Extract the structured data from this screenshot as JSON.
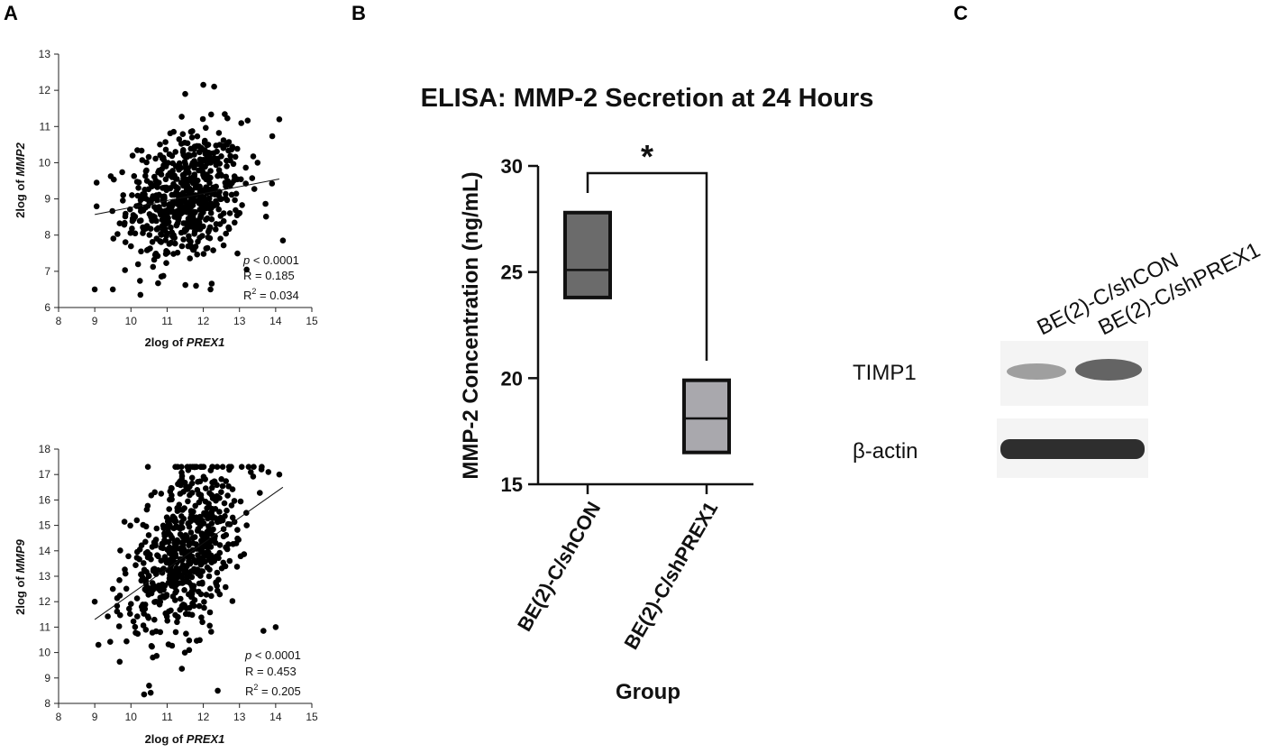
{
  "panels": {
    "a": "A",
    "b": "B",
    "c": "C"
  },
  "chart_data": [
    {
      "type": "scatter",
      "panel": "A-top",
      "xlabel_prefix": "2log of ",
      "xlabel_gene": "PREX1",
      "ylabel_prefix": "2log of ",
      "ylabel_gene": "MMP2",
      "xlim": [
        8,
        15
      ],
      "ylim": [
        6,
        13
      ],
      "xticks": [
        "8",
        "9",
        "10",
        "11",
        "12",
        "13",
        "14",
        "15"
      ],
      "yticks": [
        "6",
        "7",
        "8",
        "9",
        "10",
        "11",
        "12",
        "13"
      ],
      "regression": {
        "x": [
          9,
          14.1
        ],
        "y": [
          8.57,
          9.55
        ]
      },
      "stats": {
        "p": "p",
        "p_rest": " < 0.0001",
        "r": "R = 0.185",
        "r2_prefix": "R",
        "r2_sup": "2",
        "r2_rest": " = 0.034"
      },
      "n_points": 600,
      "center": [
        11.5,
        9.05
      ],
      "spread": [
        0.8,
        0.9
      ],
      "correlation": 0.185,
      "extra_points": [
        [
          12.0,
          12.15
        ],
        [
          12.3,
          12.1
        ],
        [
          11.5,
          11.9
        ],
        [
          12.2,
          6.5
        ],
        [
          11.8,
          6.6
        ],
        [
          9.5,
          6.5
        ],
        [
          9.0,
          6.5
        ],
        [
          14.1,
          11.2
        ],
        [
          14.2,
          7.85
        ],
        [
          9.05,
          9.45
        ],
        [
          13.5,
          10.0
        ],
        [
          13.2,
          7.05
        ]
      ]
    },
    {
      "type": "scatter",
      "panel": "A-bottom",
      "xlabel_prefix": "2log of ",
      "xlabel_gene": "PREX1",
      "ylabel_prefix": "2log of ",
      "ylabel_gene": "MMP9",
      "xlim": [
        8,
        15
      ],
      "ylim": [
        8,
        18
      ],
      "xticks": [
        "8",
        "9",
        "10",
        "11",
        "12",
        "13",
        "14",
        "15"
      ],
      "yticks": [
        "8",
        "9",
        "10",
        "11",
        "12",
        "13",
        "14",
        "15",
        "16",
        "17",
        "18"
      ],
      "regression": {
        "x": [
          9,
          14.2
        ],
        "y": [
          11.3,
          16.5
        ]
      },
      "stats": {
        "p": "p",
        "p_rest": " < 0.0001",
        "r": "R = 0.453",
        "r2_prefix": "R",
        "r2_sup": "2",
        "r2_rest": " = 0.205"
      },
      "n_points": 600,
      "center": [
        11.5,
        14.0
      ],
      "spread": [
        0.8,
        1.8
      ],
      "correlation": 0.453,
      "extra_points": [
        [
          9.0,
          12.0
        ],
        [
          9.1,
          10.3
        ],
        [
          12.4,
          8.5
        ],
        [
          10.5,
          8.7
        ],
        [
          14.0,
          11.0
        ],
        [
          14.1,
          17.0
        ],
        [
          13.8,
          17.1
        ],
        [
          9.5,
          12.5
        ],
        [
          13.2,
          15.0
        ]
      ]
    },
    {
      "type": "box",
      "panel": "B",
      "title": "ELISA: MMP-2 Secretion at 24 Hours",
      "ylabel": "MMP-2 Concentration (ng/mL)",
      "xlabel": "Group",
      "ylim": [
        15,
        30
      ],
      "yticks": [
        "15",
        "20",
        "25",
        "30"
      ],
      "categories": [
        "BE(2)-C/shCON",
        "BE(2)-C/shPREX1"
      ],
      "boxes": [
        {
          "low": 23.8,
          "median": 25.1,
          "high": 27.8,
          "color": "#6b6b6b"
        },
        {
          "low": 16.5,
          "median": 18.1,
          "high": 19.9,
          "color": "#a9a8ad"
        }
      ],
      "significance": "*"
    }
  ],
  "western_blot": {
    "lanes": [
      "BE(2)-C/shCON",
      "BE(2)-C/shPREX1"
    ],
    "bands": [
      "TIMP1",
      "β-actin"
    ]
  }
}
